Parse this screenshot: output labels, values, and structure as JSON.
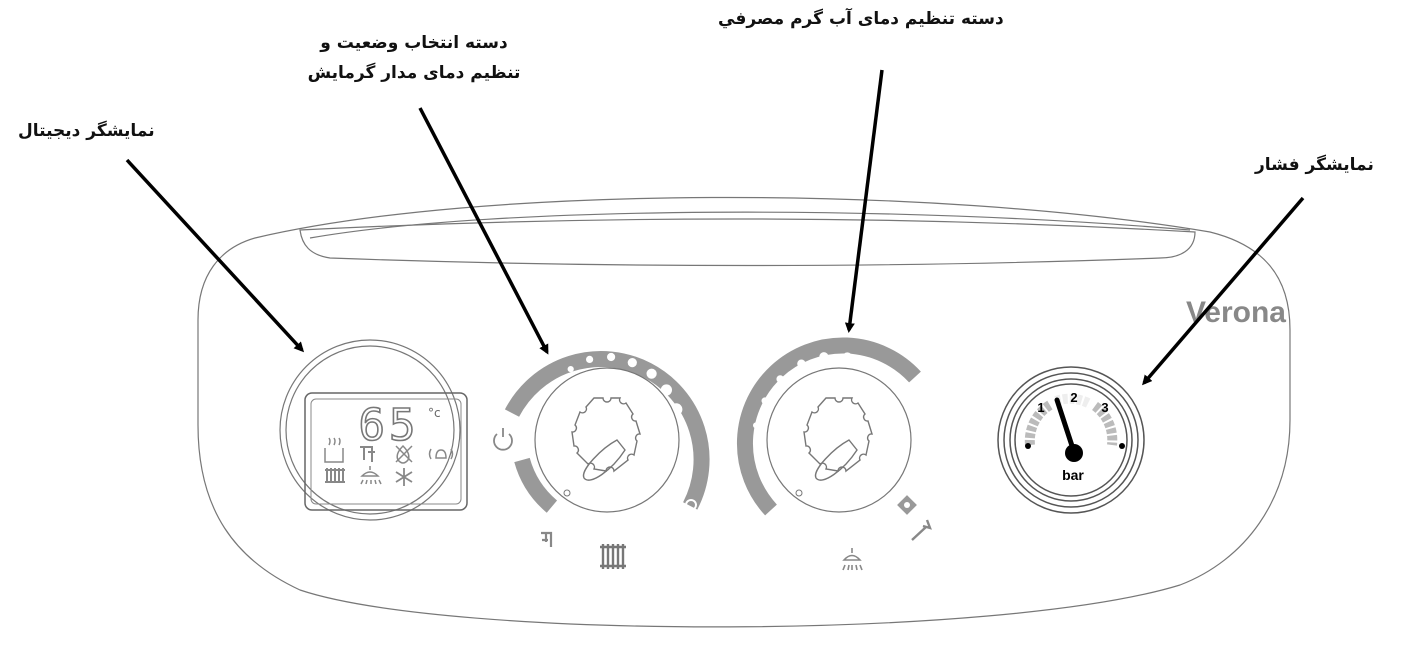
{
  "annotations": {
    "digital_display": "نمایشگر دیجیتال",
    "mode_selector_line1": "دسته انتخاب وضعیت و",
    "mode_selector_line2": "تنظیم دمای مدار گرمایش",
    "dhw_selector": "دسته تنظیم دمای آب گرم مصرفي",
    "pressure_gauge": "نمایشگر فشار"
  },
  "brand": "Verona",
  "display": {
    "temperature": "65",
    "unit": "°c"
  },
  "gauge": {
    "tick_1": "1",
    "tick_2": "2",
    "tick_3": "3",
    "unit": "bar"
  },
  "icons": [
    "heating-radiator-icon",
    "hot-water-tap-icon",
    "shower-icon",
    "wrench-icon",
    "power-icon",
    "flame-off-icon",
    "snowflake-icon",
    "alarm-bell-icon",
    "boiler-icon"
  ]
}
